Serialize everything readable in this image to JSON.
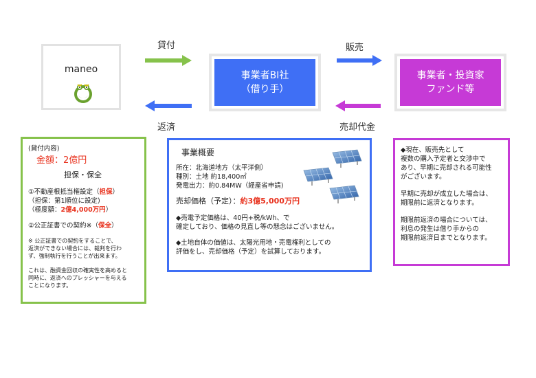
{
  "nodes": {
    "maneo": {
      "name": "maneo"
    },
    "borrower": {
      "line1": "事業者BI社",
      "line2": "（借り手）"
    },
    "buyer": {
      "line1": "事業者・投資家",
      "line2": "ファンド等"
    }
  },
  "arrows": {
    "loan": "貸付",
    "repay": "返済",
    "sale": "販売",
    "proceeds": "売却代金"
  },
  "colors": {
    "green": "#86c24b",
    "blue": "#3f6ff5",
    "magenta": "#c63ad6",
    "red": "#e8321e"
  },
  "loan_box": {
    "heading": "(貸付内容)",
    "amount": "金額：2億円",
    "collateral_title": "担保・保全",
    "item1_label": "①不動産根抵当権設定（",
    "item1_tag": "担保",
    "item1_close": "）",
    "item1_sub1": "（担保：第1順位に設定)",
    "item1_sub2_pre": "（極度額：",
    "item1_sub2_val": "2億4,000万円",
    "item1_sub2_post": "）",
    "item2_label": "②公正証書での契約※（",
    "item2_tag": "保全",
    "item2_close": "）",
    "note1": [
      "※ 公正証書での契約をすることで、",
      "返済ができない場合には、裁判を行わ",
      "ず、強制執行を行うことが出来ます。"
    ],
    "note2": [
      "これは、融資金回収の確実性を高めると",
      "同時に、返済へのプレッシャーを与える",
      "ことになります。"
    ]
  },
  "business_box": {
    "title": "事業概要",
    "location": "所在：北海道地方（太平洋側）",
    "land": "種別：土地 約18,400㎡",
    "output": "発電出力：約0.84MW（経産省申請)",
    "price_label": "売却価格（予定）：",
    "price_value": "約3億5,000万円",
    "bullet1": [
      "◆売電予定価格は、40円+税/kWh、で",
      "確定しており、価格の見直し等の懸念はございません。"
    ],
    "bullet2": [
      "◆土地自体の価値は、太陽光用地・売電権利としての",
      "評価をし、売却価格（予定）を試算しております。"
    ]
  },
  "status_box": {
    "para1": [
      "◆現在、販売先として",
      "複数の購入予定者と交渉中で",
      "あり、早期に売却される可能性",
      "がございます。"
    ],
    "para2": [
      "早期に売却が成立した場合は、",
      "期限前に返済となります。"
    ],
    "para3": [
      "期限前返済の場合については、",
      "利息の発生は借り手からの",
      "期限前返済日までとなります。"
    ]
  },
  "icons": [
    "maneo-frog-logo-icon",
    "solar-panel-icon",
    "arrow-right-icon",
    "arrow-left-icon"
  ]
}
